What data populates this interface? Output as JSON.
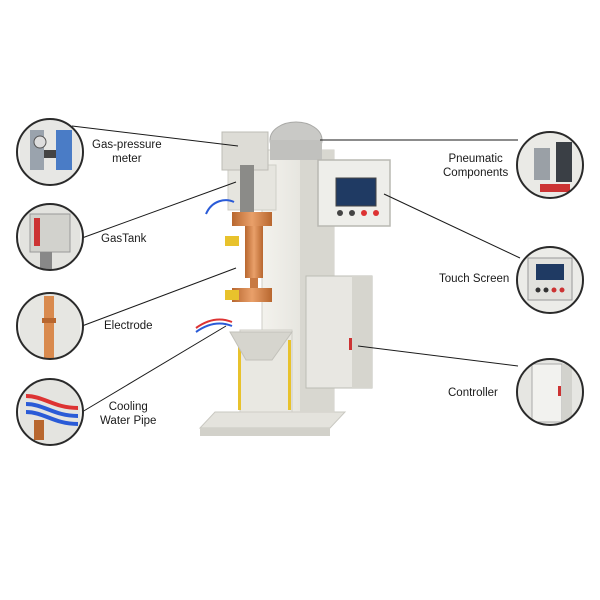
{
  "callouts": {
    "gas_pressure_meter": {
      "line1": "Gas-pressure",
      "line2": "meter"
    },
    "gas_tank": {
      "line1": "GasTank"
    },
    "electrode": {
      "line1": "Electrode"
    },
    "cooling_water_pipe": {
      "line1": "Cooling",
      "line2": "Water Pipe"
    },
    "pneumatic_components": {
      "line1": "Pneumatic",
      "line2": "Components"
    },
    "touch_screen": {
      "line1": "Touch Screen"
    },
    "controller": {
      "line1": "Controller"
    }
  },
  "colors": {
    "machine_body": "#ecebe6",
    "machine_shadow": "#d4d3cc",
    "copper": "#d98a4e",
    "yellow_stripe": "#e8c22c",
    "screen": "#1f3a63",
    "circle_border": "#2a2a2a",
    "leader_line": "#1a1a1a"
  }
}
